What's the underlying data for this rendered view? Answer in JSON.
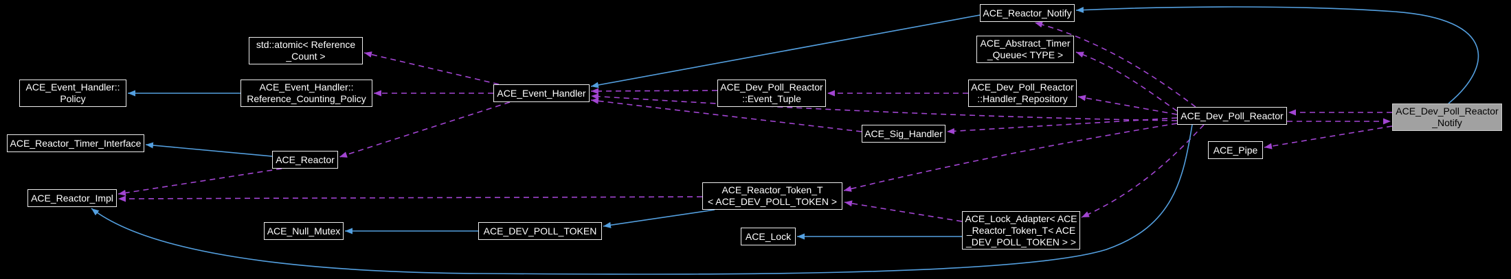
{
  "diagram_type": "doxygen-collaboration-graph",
  "colors": {
    "background": "#000000",
    "node_background": "#000000",
    "node_border": "#eeeeee",
    "node_text": "#ffffff",
    "selected_node_background": "#a1a1a1",
    "selected_node_text": "#000000",
    "inheritance_edge": "#54a0e0",
    "usage_edge": "#a245d2"
  },
  "nodes": {
    "reactor_notify": {
      "label": "ACE_Reactor_Notify",
      "lines": [
        "ACE_Reactor_Notify"
      ]
    },
    "std_atomic": {
      "label": "std::atomic< Reference_Count >",
      "lines": [
        "std::atomic< Reference",
        "_Count >"
      ]
    },
    "abstract_timer_queue": {
      "label": "ACE_Abstract_Timer_Queue< TYPE >",
      "lines": [
        "ACE_Abstract_Timer",
        "_Queue< TYPE >"
      ]
    },
    "policy": {
      "label": "ACE_Event_Handler::Policy",
      "lines": [
        "ACE_Event_Handler::",
        "Policy"
      ]
    },
    "ref_counting_policy": {
      "label": "ACE_Event_Handler::Reference_Counting_Policy",
      "lines": [
        "ACE_Event_Handler::",
        "Reference_Counting_Policy"
      ]
    },
    "event_handler": {
      "label": "ACE_Event_Handler",
      "lines": [
        "ACE_Event_Handler"
      ]
    },
    "event_tuple": {
      "label": "ACE_Dev_Poll_Reactor::Event_Tuple",
      "lines": [
        "ACE_Dev_Poll_Reactor",
        "::Event_Tuple"
      ]
    },
    "handler_repository": {
      "label": "ACE_Dev_Poll_Reactor::Handler_Repository",
      "lines": [
        "ACE_Dev_Poll_Reactor",
        "::Handler_Repository"
      ]
    },
    "dev_poll_reactor": {
      "label": "ACE_Dev_Poll_Reactor",
      "lines": [
        "ACE_Dev_Poll_Reactor"
      ]
    },
    "dev_poll_reactor_notify": {
      "label": "ACE_Dev_Poll_Reactor_Notify",
      "lines": [
        "ACE_Dev_Poll_Reactor",
        "_Notify"
      ],
      "selected": true
    },
    "sig_handler": {
      "label": "ACE_Sig_Handler",
      "lines": [
        "ACE_Sig_Handler"
      ]
    },
    "reactor_timer_interface": {
      "label": "ACE_Reactor_Timer_Interface",
      "lines": [
        "ACE_Reactor_Timer_Interface"
      ]
    },
    "reactor": {
      "label": "ACE_Reactor",
      "lines": [
        "ACE_Reactor"
      ]
    },
    "pipe": {
      "label": "ACE_Pipe",
      "lines": [
        "ACE_Pipe"
      ]
    },
    "reactor_impl": {
      "label": "ACE_Reactor_Impl",
      "lines": [
        "ACE_Reactor_Impl"
      ]
    },
    "reactor_token_t": {
      "label": "ACE_Reactor_Token_T< ACE_DEV_POLL_TOKEN >",
      "lines": [
        "ACE_Reactor_Token_T",
        "< ACE_DEV_POLL_TOKEN >"
      ]
    },
    "null_mutex": {
      "label": "ACE_Null_Mutex",
      "lines": [
        "ACE_Null_Mutex"
      ]
    },
    "dev_poll_token": {
      "label": "ACE_DEV_POLL_TOKEN",
      "lines": [
        "ACE_DEV_POLL_TOKEN"
      ]
    },
    "lock": {
      "label": "ACE_Lock",
      "lines": [
        "ACE_Lock"
      ]
    },
    "lock_adapter": {
      "label": "ACE_Lock_Adapter< ACE_Reactor_Token_T< ACE_DEV_POLL_TOKEN > >",
      "lines": [
        "ACE_Lock_Adapter< ACE",
        "_Reactor_Token_T< ACE",
        "_DEV_POLL_TOKEN > >"
      ]
    }
  },
  "edges": [
    {
      "from": "ref_counting_policy",
      "to": "policy",
      "type": "inheritance"
    },
    {
      "from": "event_handler",
      "to": "ref_counting_policy",
      "type": "usage"
    },
    {
      "from": "event_handler",
      "to": "std_atomic",
      "type": "usage"
    },
    {
      "from": "reactor_notify",
      "to": "event_handler",
      "type": "inheritance"
    },
    {
      "from": "event_tuple",
      "to": "event_handler",
      "type": "usage"
    },
    {
      "from": "handler_repository",
      "to": "event_tuple",
      "type": "usage"
    },
    {
      "from": "dev_poll_reactor",
      "to": "reactor_notify",
      "type": "usage"
    },
    {
      "from": "dev_poll_reactor",
      "to": "abstract_timer_queue",
      "type": "usage"
    },
    {
      "from": "dev_poll_reactor",
      "to": "handler_repository",
      "type": "usage"
    },
    {
      "from": "dev_poll_reactor",
      "to": "sig_handler",
      "type": "usage"
    },
    {
      "from": "dev_poll_reactor",
      "to": "event_handler",
      "type": "usage"
    },
    {
      "from": "dev_poll_reactor",
      "to": "reactor_token_t",
      "type": "usage"
    },
    {
      "from": "dev_poll_reactor",
      "to": "lock_adapter",
      "type": "usage"
    },
    {
      "from": "dev_poll_reactor",
      "to": "reactor_impl",
      "type": "inheritance"
    },
    {
      "from": "dev_poll_reactor_notify",
      "to": "reactor_notify",
      "type": "inheritance"
    },
    {
      "from": "dev_poll_reactor_notify",
      "to": "dev_poll_reactor",
      "type": "usage"
    },
    {
      "from": "dev_poll_reactor",
      "to": "dev_poll_reactor_notify",
      "type": "usage"
    },
    {
      "from": "dev_poll_reactor_notify",
      "to": "pipe",
      "type": "usage"
    },
    {
      "from": "sig_handler",
      "to": "event_handler",
      "type": "usage"
    },
    {
      "from": "event_handler",
      "to": "reactor",
      "type": "usage"
    },
    {
      "from": "reactor",
      "to": "reactor_timer_interface",
      "type": "inheritance"
    },
    {
      "from": "reactor",
      "to": "reactor_impl",
      "type": "usage"
    },
    {
      "from": "reactor_token_t",
      "to": "reactor_impl",
      "type": "usage"
    },
    {
      "from": "reactor_token_t",
      "to": "dev_poll_token",
      "type": "inheritance"
    },
    {
      "from": "dev_poll_token",
      "to": "null_mutex",
      "type": "inheritance"
    },
    {
      "from": "lock_adapter",
      "to": "lock",
      "type": "inheritance"
    },
    {
      "from": "lock_adapter",
      "to": "reactor_token_t",
      "type": "usage"
    }
  ]
}
